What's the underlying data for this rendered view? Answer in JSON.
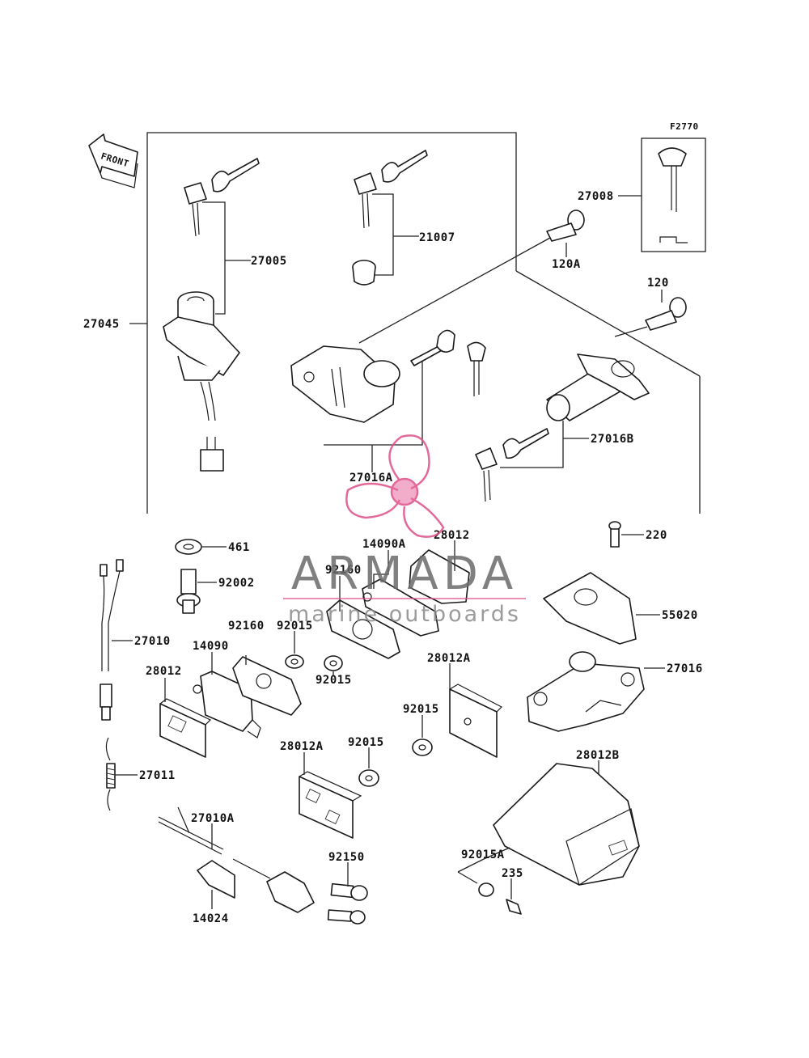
{
  "figure_code": "F2770",
  "front_label": "FRONT",
  "parts": [
    {
      "id": "p27045",
      "label": "27045"
    },
    {
      "id": "p27005",
      "label": "27005"
    },
    {
      "id": "p21007",
      "label": "21007"
    },
    {
      "id": "p27008",
      "label": "27008"
    },
    {
      "id": "p120A",
      "label": "120A"
    },
    {
      "id": "p120",
      "label": "120"
    },
    {
      "id": "p27016B",
      "label": "27016B"
    },
    {
      "id": "p27016A",
      "label": "27016A"
    },
    {
      "id": "p220",
      "label": "220"
    },
    {
      "id": "p461",
      "label": "461"
    },
    {
      "id": "p92002",
      "label": "92002"
    },
    {
      "id": "p14090A",
      "label": "14090A"
    },
    {
      "id": "p28012top",
      "label": "28012"
    },
    {
      "id": "p92160a",
      "label": "92160"
    },
    {
      "id": "p55020",
      "label": "55020"
    },
    {
      "id": "p27010",
      "label": "27010"
    },
    {
      "id": "p92160b",
      "label": "92160"
    },
    {
      "id": "p92015a",
      "label": "92015"
    },
    {
      "id": "p14090",
      "label": "14090"
    },
    {
      "id": "p28012left",
      "label": "28012"
    },
    {
      "id": "p92015b",
      "label": "92015"
    },
    {
      "id": "p28012A1",
      "label": "28012A"
    },
    {
      "id": "p27016",
      "label": "27016"
    },
    {
      "id": "p92015c",
      "label": "92015"
    },
    {
      "id": "p27011",
      "label": "27011"
    },
    {
      "id": "p28012A2",
      "label": "28012A"
    },
    {
      "id": "p92015d",
      "label": "92015"
    },
    {
      "id": "p28012B",
      "label": "28012B"
    },
    {
      "id": "p27010A",
      "label": "27010A"
    },
    {
      "id": "p92150",
      "label": "92150"
    },
    {
      "id": "p92015A",
      "label": "92015A"
    },
    {
      "id": "p235",
      "label": "235"
    },
    {
      "id": "p14024",
      "label": "14024"
    }
  ],
  "watermark": {
    "title": "ARMADA",
    "subtitle": "marine outboards",
    "logo_color": "#e0508a"
  }
}
